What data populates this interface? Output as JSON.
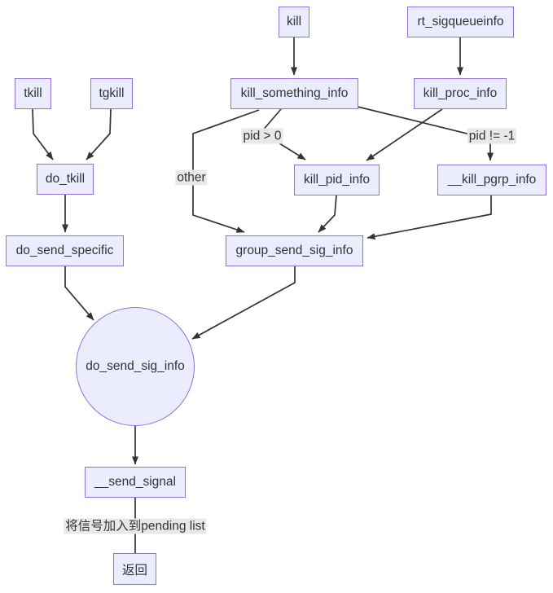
{
  "diagram": {
    "type": "flowchart",
    "direction": "top-down",
    "nodes": {
      "kill": {
        "label": "kill",
        "shape": "rect"
      },
      "rt_sigqueueinfo": {
        "label": "rt_sigqueueinfo",
        "shape": "rect"
      },
      "tkill": {
        "label": "tkill",
        "shape": "rect"
      },
      "tgkill": {
        "label": "tgkill",
        "shape": "rect"
      },
      "kill_something_info": {
        "label": "kill_something_info",
        "shape": "rect"
      },
      "kill_proc_info": {
        "label": "kill_proc_info",
        "shape": "rect"
      },
      "do_tkill": {
        "label": "do_tkill",
        "shape": "rect"
      },
      "kill_pid_info": {
        "label": "kill_pid_info",
        "shape": "rect"
      },
      "kill_pgrp_info": {
        "label": "__kill_pgrp_info",
        "shape": "rect"
      },
      "do_send_specific": {
        "label": "do_send_specific",
        "shape": "rect"
      },
      "group_send_sig_info": {
        "label": "group_send_sig_info",
        "shape": "rect"
      },
      "do_send_sig_info": {
        "label": "do_send_sig_info",
        "shape": "circle"
      },
      "send_signal": {
        "label": "__send_signal",
        "shape": "rect"
      },
      "return": {
        "label": "返回",
        "shape": "rect"
      }
    },
    "edge_labels": {
      "pid_gt_0": "pid > 0",
      "pid_ne_minus1": "pid != -1",
      "other": "other",
      "pending": "将信号加入到pending list"
    },
    "edges": [
      {
        "from": "kill",
        "to": "kill_something_info",
        "arrow": true
      },
      {
        "from": "rt_sigqueueinfo",
        "to": "kill_proc_info",
        "arrow": true
      },
      {
        "from": "tkill",
        "to": "do_tkill",
        "arrow": true
      },
      {
        "from": "tgkill",
        "to": "do_tkill",
        "arrow": true
      },
      {
        "from": "do_tkill",
        "to": "do_send_specific",
        "arrow": true
      },
      {
        "from": "do_send_specific",
        "to": "do_send_sig_info",
        "arrow": true
      },
      {
        "from": "kill_something_info",
        "to": "kill_pid_info",
        "label": "pid > 0",
        "arrow": true
      },
      {
        "from": "kill_something_info",
        "to": "kill_pgrp_info",
        "label": "pid != -1",
        "arrow": true
      },
      {
        "from": "kill_something_info",
        "to": "group_send_sig_info",
        "label": "other",
        "arrow": true
      },
      {
        "from": "kill_proc_info",
        "to": "kill_pid_info",
        "arrow": true
      },
      {
        "from": "kill_pid_info",
        "to": "group_send_sig_info",
        "arrow": true
      },
      {
        "from": "kill_pgrp_info",
        "to": "group_send_sig_info",
        "arrow": true
      },
      {
        "from": "group_send_sig_info",
        "to": "do_send_sig_info",
        "arrow": true
      },
      {
        "from": "do_send_sig_info",
        "to": "send_signal",
        "arrow": true
      },
      {
        "from": "send_signal",
        "to": "return",
        "label": "将信号加入到pending list",
        "arrow": false
      }
    ],
    "colors": {
      "node_fill": "#ECECFF",
      "node_border": "#9370DB",
      "edge": "#333333",
      "label_bg": "#e8e8e8",
      "text": "#333333",
      "background": "#ffffff"
    }
  }
}
